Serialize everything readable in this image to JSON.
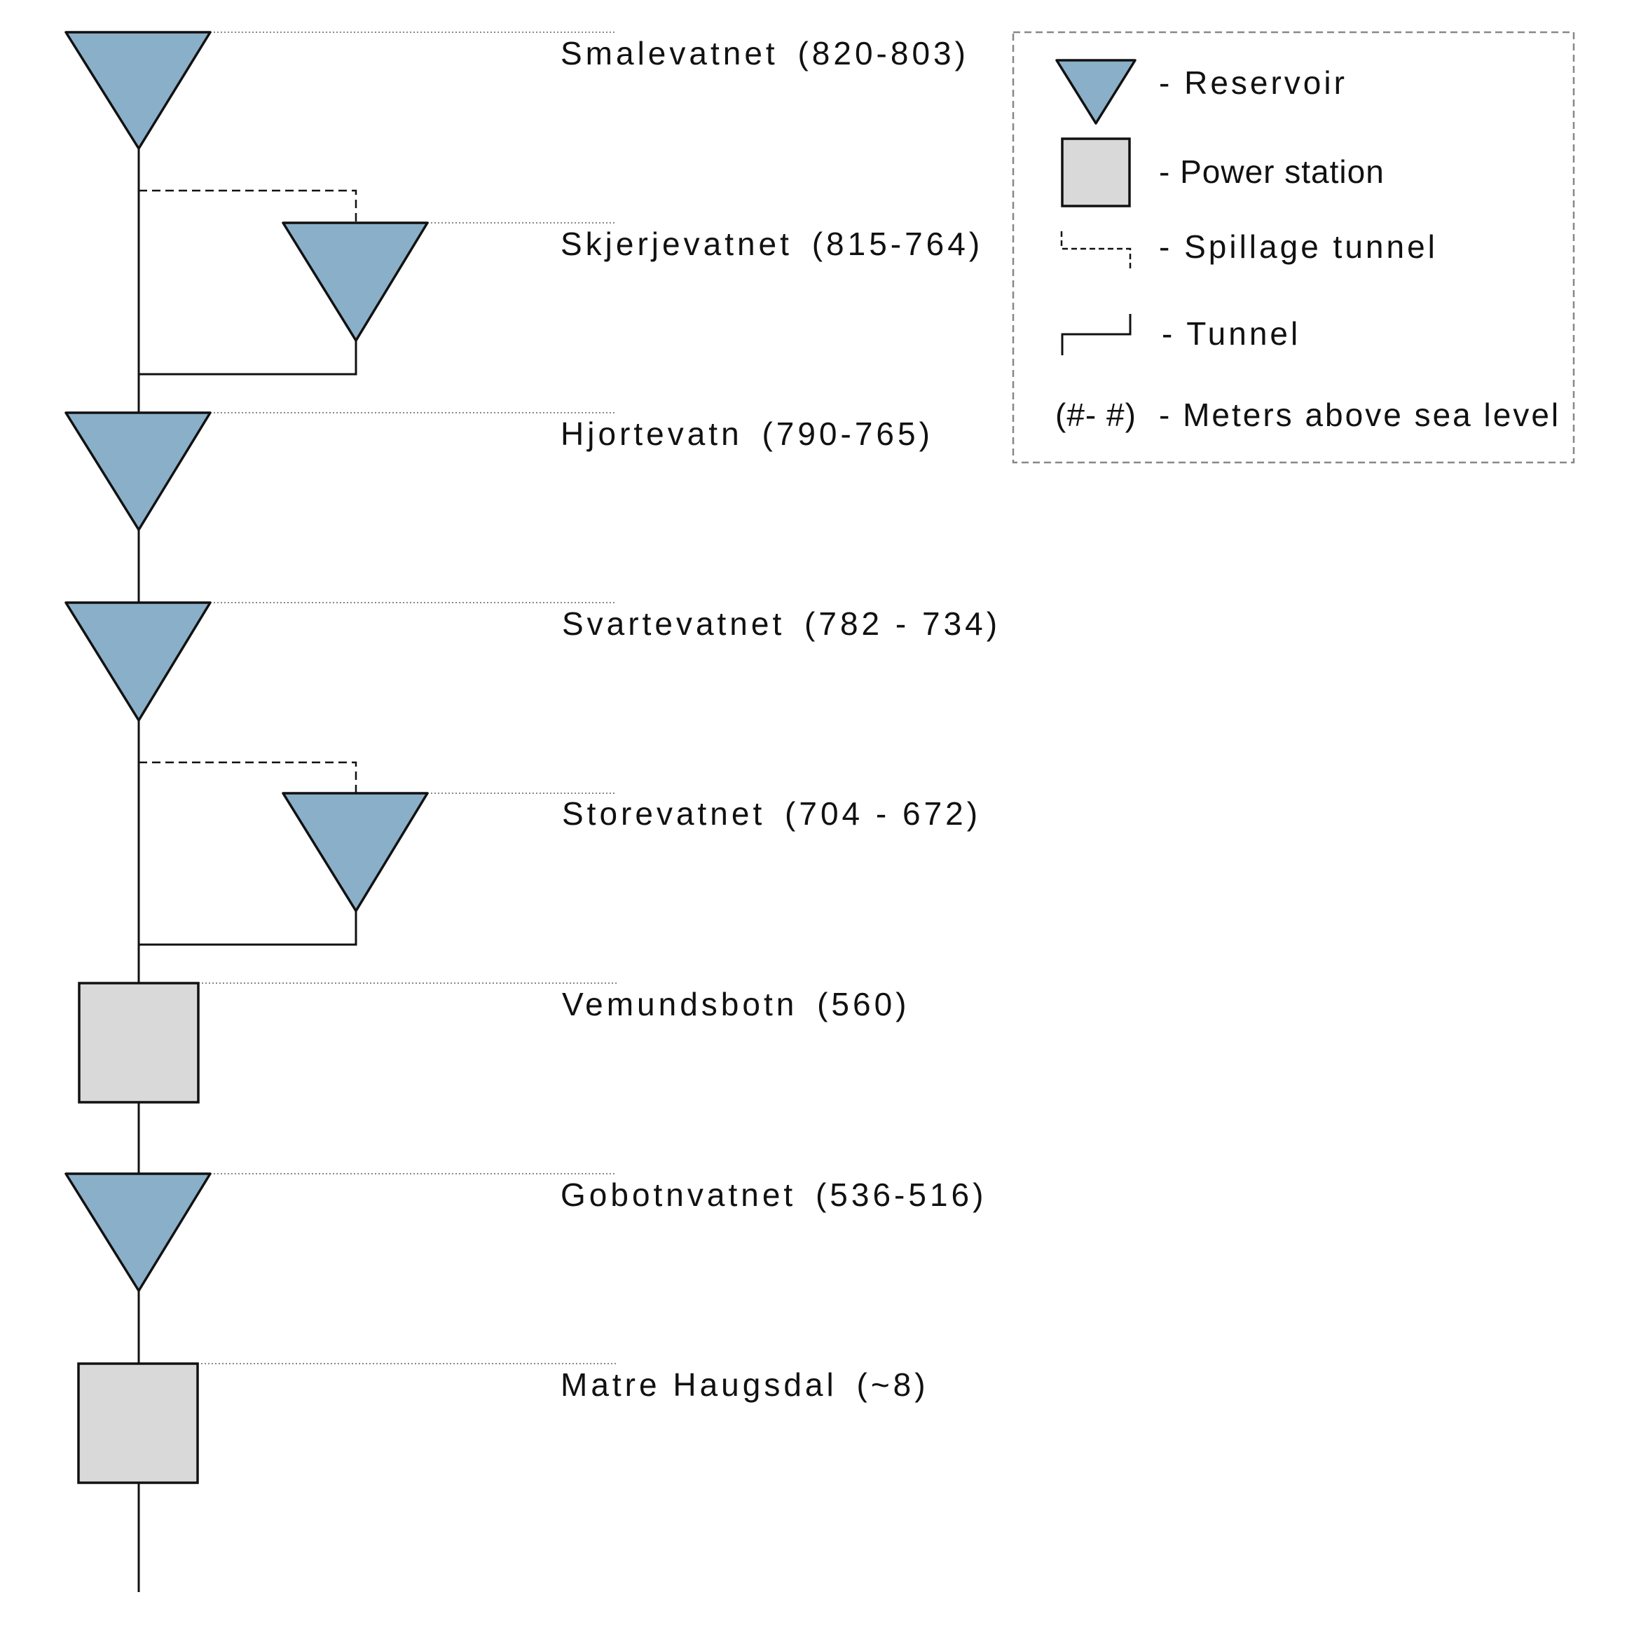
{
  "colors": {
    "reservoir_fill": "#8aafc8",
    "power_station_fill": "#d9d9d9",
    "stroke": "#111111",
    "guide": "#888888",
    "legend_border": "#888888"
  },
  "nodes": [
    {
      "kind": "reservoir",
      "icon": "reservoir-triangle-icon",
      "name": "Smalevatnet",
      "elevation": "(820-803)"
    },
    {
      "kind": "reservoir",
      "icon": "reservoir-triangle-icon",
      "name": "Skjerjevatnet",
      "elevation": "(815-764)"
    },
    {
      "kind": "reservoir",
      "icon": "reservoir-triangle-icon",
      "name": "Hjortevatn",
      "elevation": "(790-765)"
    },
    {
      "kind": "reservoir",
      "icon": "reservoir-triangle-icon",
      "name": "Svartevatnet",
      "elevation": "(782 - 734)"
    },
    {
      "kind": "reservoir",
      "icon": "reservoir-triangle-icon",
      "name": "Storevatnet",
      "elevation": "(704 - 672)"
    },
    {
      "kind": "power_station",
      "icon": "power-station-square-icon",
      "name": "Vemundsbotn",
      "elevation": "(560)"
    },
    {
      "kind": "reservoir",
      "icon": "reservoir-triangle-icon",
      "name": "Gobotnvatnet",
      "elevation": "(536-516)"
    },
    {
      "kind": "power_station",
      "icon": "power-station-square-icon",
      "name": "Matre Haugsdal",
      "elevation": "(~8)"
    }
  ],
  "legend": {
    "reservoir": "- Reservoir",
    "power_station": "- Power station",
    "spillage": "- Spillage tunnel",
    "tunnel": "- Tunnel",
    "elevation_symbol": "(#- #)",
    "elevation": "- Meters above sea level"
  }
}
